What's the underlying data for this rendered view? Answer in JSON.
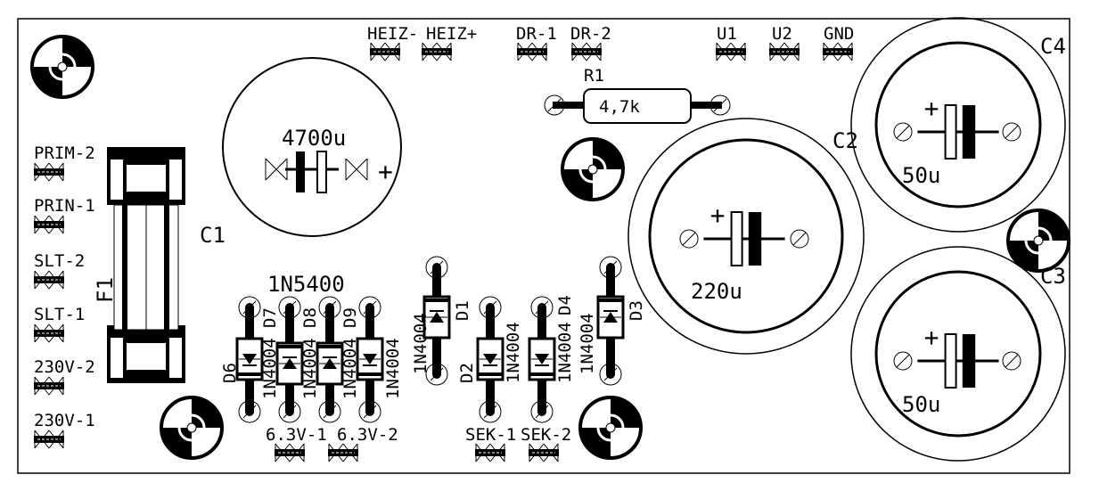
{
  "board": {
    "colors": {
      "ink": "#000000",
      "background": "#ffffff"
    }
  },
  "connectors_top": [
    {
      "label": "HEIZ-"
    },
    {
      "label": "HEIZ+"
    },
    {
      "label": "DR-1"
    },
    {
      "label": "DR-2"
    },
    {
      "label": "U1"
    },
    {
      "label": "U2"
    },
    {
      "label": "GND"
    }
  ],
  "connectors_left": [
    {
      "label": "PRIM-2"
    },
    {
      "label": "PRIN-1"
    },
    {
      "label": "SLT-2"
    },
    {
      "label": "SLT-1"
    },
    {
      "label": "230V-2"
    },
    {
      "label": "230V-1"
    }
  ],
  "connectors_bottom": [
    {
      "label": "6.3V-1"
    },
    {
      "label": "6.3V-2"
    },
    {
      "label": "SEK-1"
    },
    {
      "label": "SEK-2"
    }
  ],
  "capacitors": [
    {
      "name": "C1",
      "value": "4700u"
    },
    {
      "name": "C2",
      "value": "220u"
    },
    {
      "name": "C3",
      "value": "50u"
    },
    {
      "name": "C4",
      "value": "50u"
    }
  ],
  "resistor": {
    "name": "R1",
    "value": "4,7k"
  },
  "fuse": {
    "name": "F1"
  },
  "bridge_label": "1N5400",
  "diodes": [
    {
      "name": "D6",
      "type": "1N4004"
    },
    {
      "name": "D7",
      "type": "1N4004"
    },
    {
      "name": "D8",
      "type": "1N4004"
    },
    {
      "name": "D9",
      "type": "1N4004"
    },
    {
      "name": "D1",
      "type": "1N4004"
    },
    {
      "name": "D2",
      "type": "1N4004"
    },
    {
      "name": "D4",
      "type": "1N4004"
    },
    {
      "name": "D3",
      "type": "1N4004"
    }
  ]
}
